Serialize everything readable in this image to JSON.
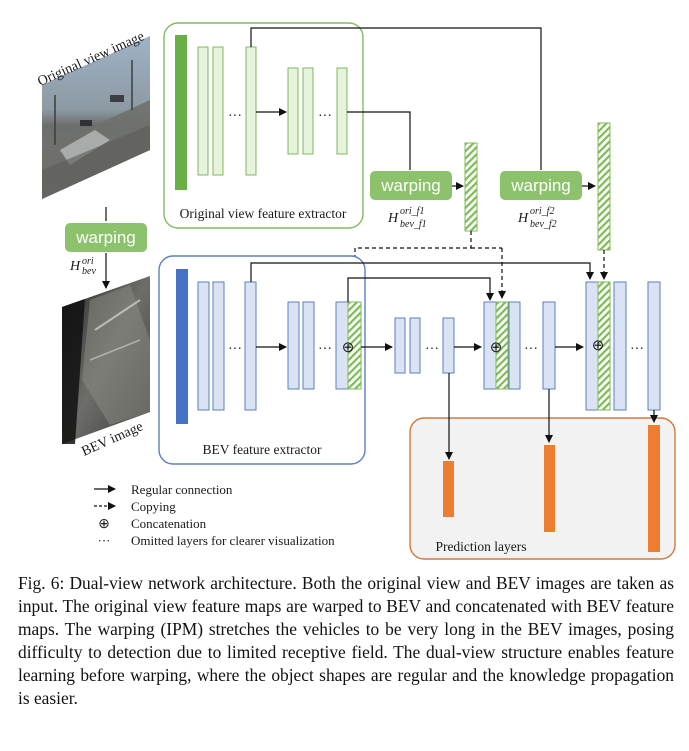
{
  "images": {
    "original_label": "Original view image",
    "bev_label": "BEV image"
  },
  "boxes": {
    "ori_extractor": "Original view feature extractor",
    "bev_extractor": "BEV feature extractor",
    "prediction": "Prediction layers"
  },
  "warping": {
    "label": "warping",
    "h_main": {
      "base": "H",
      "sup": "ori",
      "sub": "bev"
    },
    "h_f1": {
      "base": "H",
      "sup": "ori_f1",
      "sub": "bev_f1"
    },
    "h_f2": {
      "base": "H",
      "sup": "ori_f2",
      "sub": "bev_f2"
    }
  },
  "symbols": {
    "ellipsis": "···",
    "concat": "⊕"
  },
  "legend": [
    {
      "symbol": "solid-arrow",
      "text": "Regular connection"
    },
    {
      "symbol": "dashed-arrow",
      "text": "Copying"
    },
    {
      "symbol": "circled-plus",
      "text": "Concatenation"
    },
    {
      "symbol": "dots",
      "text": "Omitted layers for clearer visualization"
    }
  ],
  "colors": {
    "green_dark": "#6aaf45",
    "green_light": "#e7f3dc",
    "green_box_border": "#85b865",
    "warp_fill": "#8cc26b",
    "blue_dark": "#4472c4",
    "blue_light": "#dae3f3",
    "blue_box_border": "#5b7fbf",
    "orange_fill": "#ed7d31",
    "orange_box_border": "#d07a3a",
    "pred_box_fill": "#f2f2f2"
  },
  "caption": "Fig. 6: Dual-view network architecture. Both the original view and BEV images are taken as input. The original view feature maps are warped to BEV and concatenated with BEV feature maps. The warping (IPM) stretches the vehicles to be very long in the BEV images, posing difficulty to detection due to limited receptive field. The dual-view structure enables feature learning before warping, where the object shapes are regular and the knowledge propagation is easier."
}
